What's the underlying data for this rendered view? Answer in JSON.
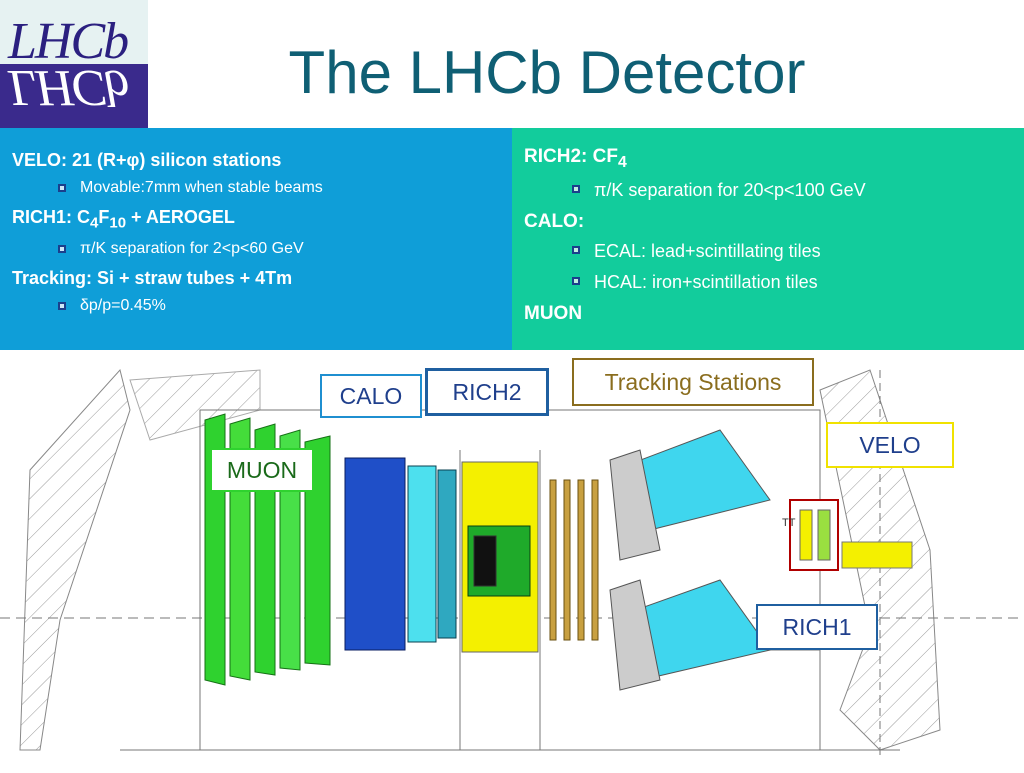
{
  "logo": {
    "text": "LHCb"
  },
  "title": "The LHCb Detector",
  "left_panel": {
    "items": [
      {
        "label_a": "VELO: 21 (R+",
        "sym": "φ",
        "label_b": ") silicon stations",
        "sub": {
          "sym": "",
          "text": "Movable:7mm when stable beams"
        }
      },
      {
        "label_a": "RICH1: C",
        "sub1": "4",
        "label_b": "F",
        "sub2": "10",
        "label_c": " + AEROGEL",
        "sub": {
          "sym": "π",
          "text": "/K separation for 2<p<60 GeV"
        }
      },
      {
        "label_a": "Tracking: Si + straw tubes + 4Tm",
        "sub": {
          "sym": "δ",
          "text": "p/p=0.45%"
        }
      }
    ]
  },
  "right_panel": {
    "items": [
      {
        "label_a": "RICH2: CF",
        "sub1": "4",
        "subs": [
          {
            "sym": "π",
            "text": "/K separation for 20<p<100 GeV"
          }
        ]
      },
      {
        "label_a": "CALO:",
        "subs": [
          {
            "sym": "",
            "text": "ECAL: lead+scintillating tiles"
          },
          {
            "sym": "",
            "text": "HCAL: iron+scintillation tiles"
          }
        ]
      },
      {
        "label_a": "MUON",
        "subs": []
      }
    ]
  },
  "diagram_labels": {
    "calo": "CALO",
    "rich2": "RICH2",
    "tracking": "Tracking Stations",
    "velo": "VELO",
    "muon": "MUON",
    "rich1": "RICH1",
    "tt": "TT"
  },
  "colors": {
    "left_panel": "#0f9ed8",
    "right_panel": "#12cc9c",
    "title": "#0f5f74",
    "muon": "#33cc33",
    "calo_blue": "#1f4fc8",
    "rich_cyan": "#5fe0f0",
    "yellow": "#f4f000",
    "tracking_brown": "#8a6d1e"
  }
}
